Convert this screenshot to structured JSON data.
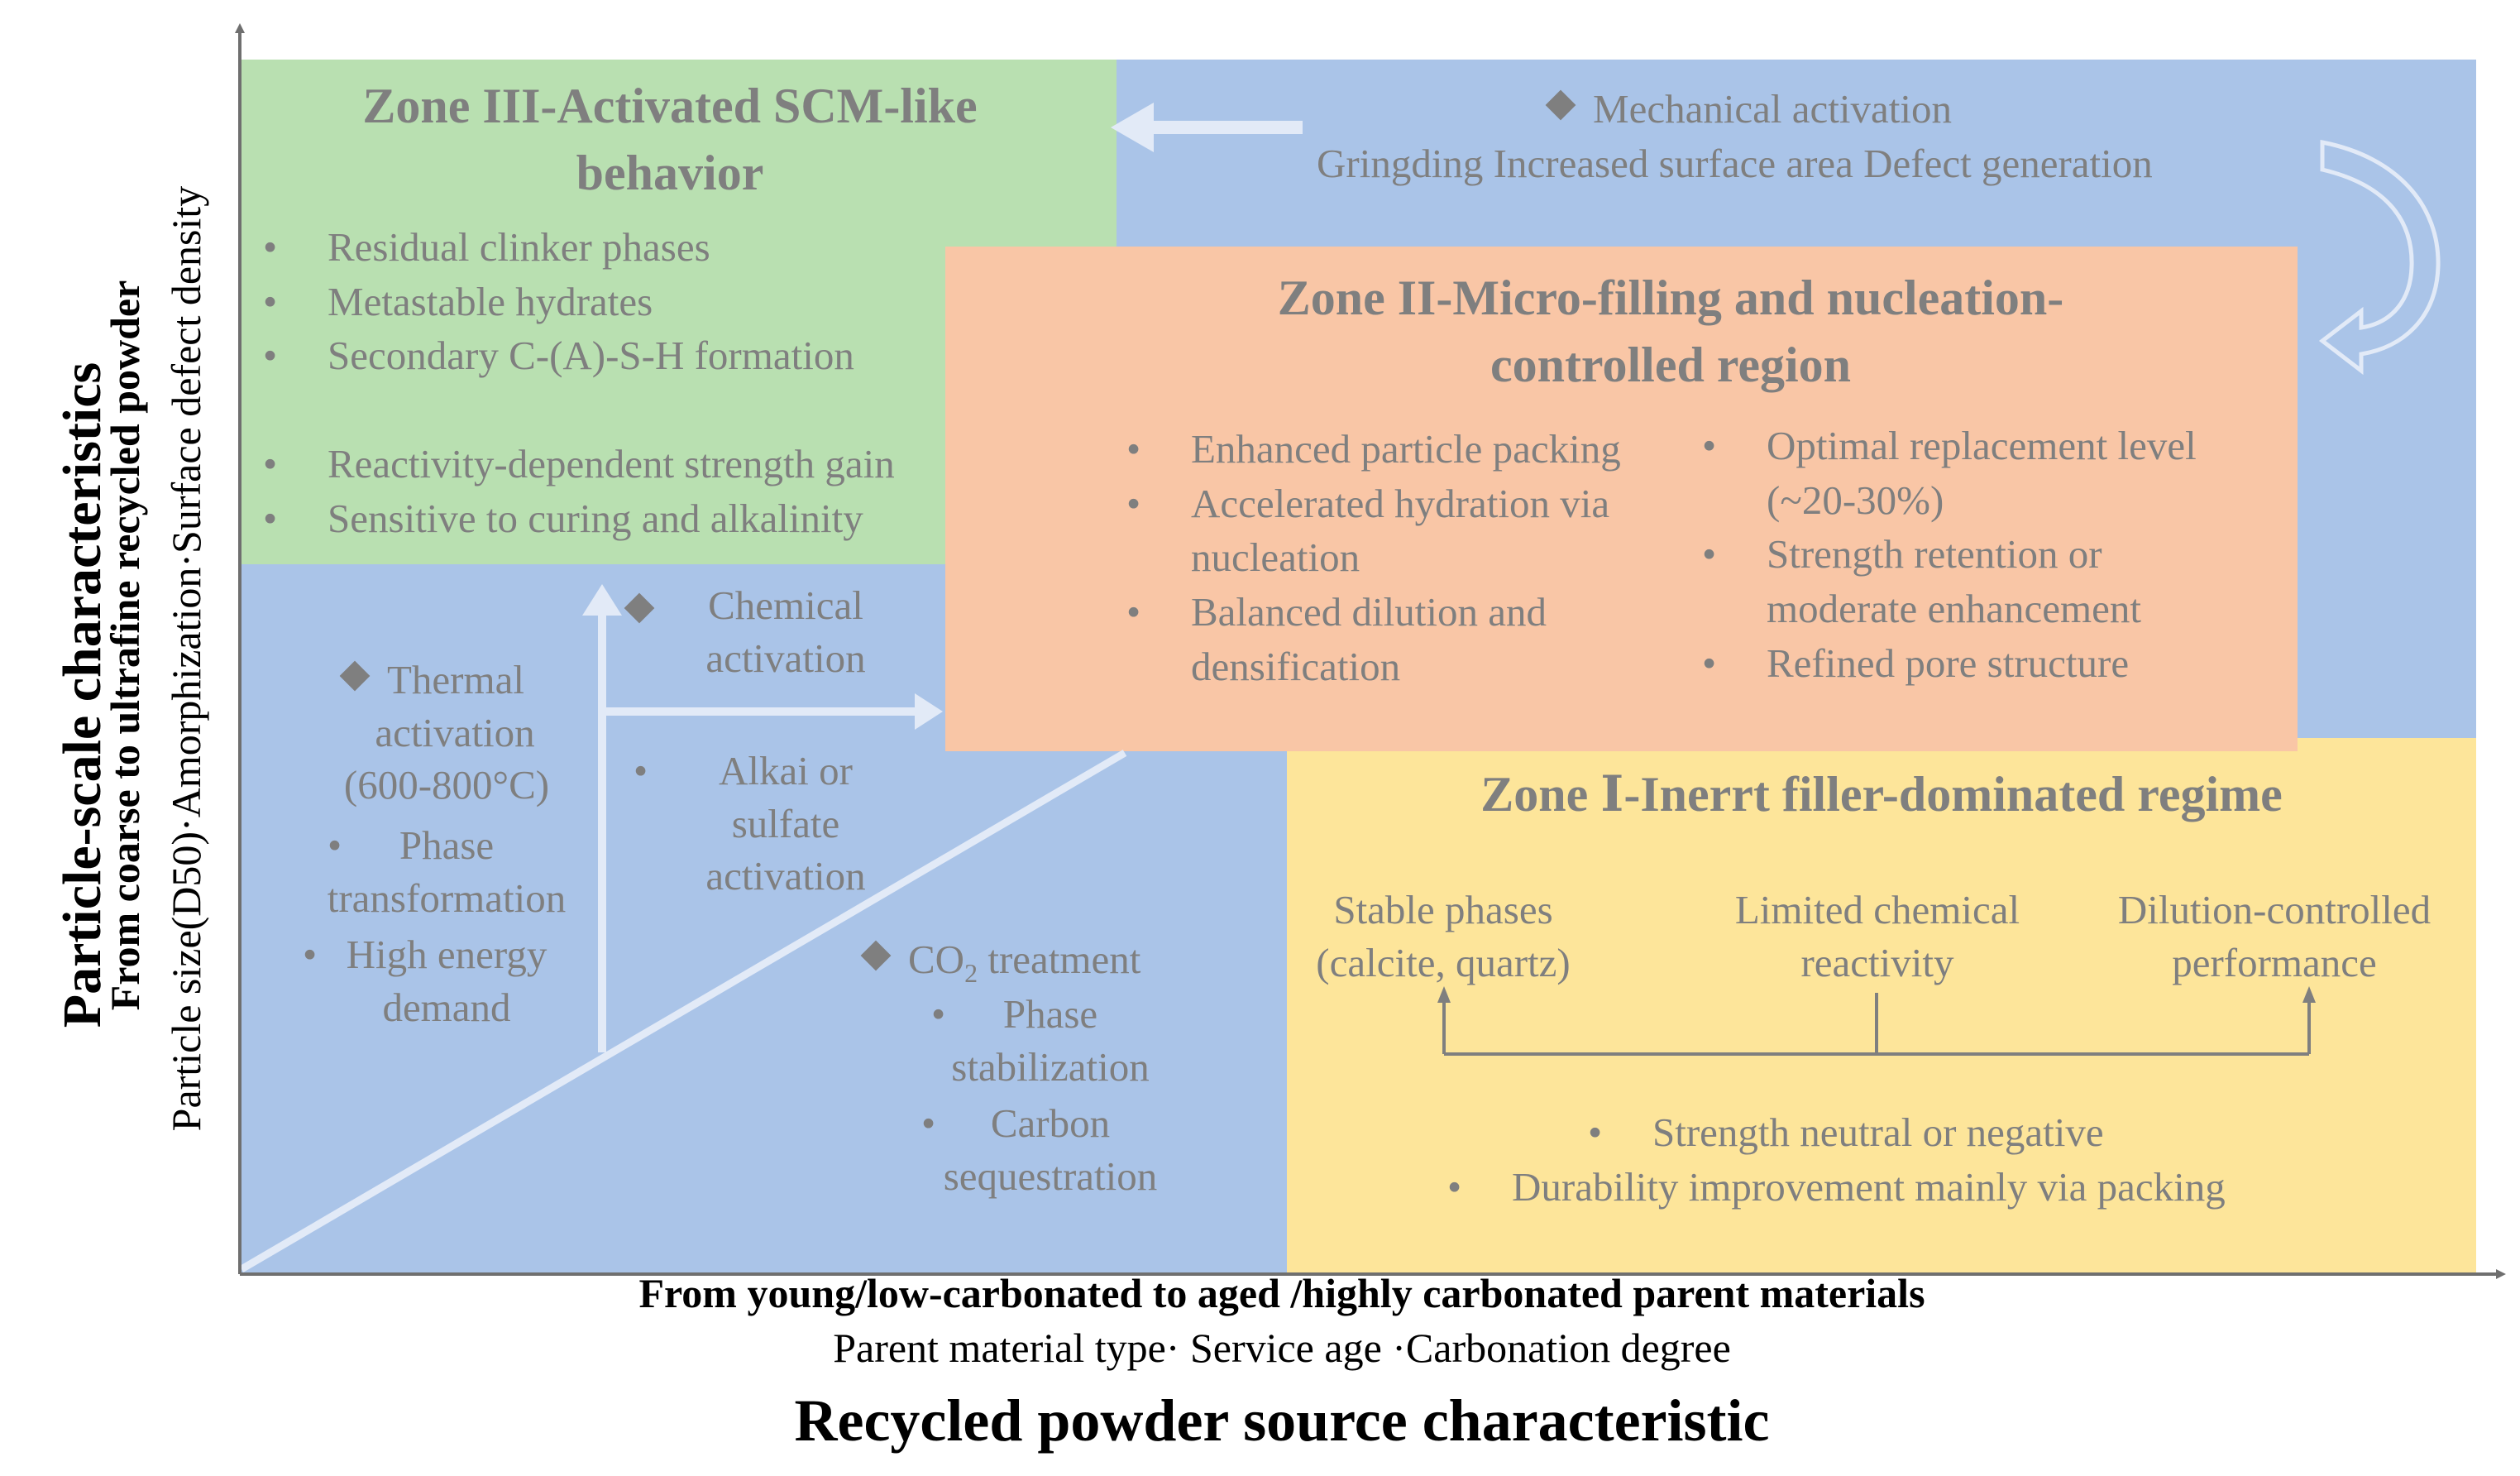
{
  "colors": {
    "zone1": "#fde59a",
    "zone2": "#f9c6a6",
    "zone3": "#b9e0b1",
    "background_region": "#aac4e8",
    "text_muted": "#7f7f7f",
    "arrow_light": "#e2eaf7",
    "axis": "#6f6f6f"
  },
  "y_axis": {
    "title": "Particle-scale characteristics",
    "subtitle": "From coarse to ultrafine recycled powder",
    "descriptors": "Particle size(D50)·Amorphization·Surface defect density"
  },
  "x_axis": {
    "subtitle": "From young/low-carbonated to aged /highly carbonated parent materials",
    "descriptors": "Parent material type· Service age ·Carbonation degree",
    "title": "Recycled powder source characteristic"
  },
  "zone3": {
    "title": "Zone III-Activated SCM-like behavior",
    "bullets": [
      "Residual clinker phases",
      "Metastable hydrates",
      "Secondary C-(A)-S-H formation"
    ],
    "bullets2": [
      "Reactivity-dependent strength gain",
      "Sensitive to curing and alkalinity"
    ]
  },
  "zone2": {
    "title": "Zone II-Micro-filling and nucleation-controlled region",
    "bullets_left": [
      "Enhanced particle packing",
      "Accelerated hydration via nucleation",
      "Balanced dilution and densification"
    ],
    "bullets_right": [
      "Optimal replacement level (~20-30%)",
      "Strength retention or moderate enhancement",
      "Refined pore structure"
    ]
  },
  "zone1": {
    "title": "Zone Ⅰ-Inerrt filler-dominated regime",
    "items": [
      "Stable phases (calcite, quartz)",
      "Limited chemical reactivity",
      "Dilution-controlled performance"
    ],
    "bullets": [
      "Strength neutral or negative",
      "Durability improvement mainly via packing"
    ]
  },
  "mechanical": {
    "label": "Mechanical activation",
    "details": "Gringding  Increased surface area Defect generation"
  },
  "thermal": {
    "label": "Thermal activation",
    "range": "(600-800°C)",
    "bullets": [
      "Phase transformation",
      "High energy demand"
    ]
  },
  "chemical": {
    "label": "Chemical activation",
    "bullets": [
      "Alkai or sulfate activation"
    ]
  },
  "co2": {
    "label_main": "CO",
    "label_sub": "2",
    "label_rest": " treatment",
    "bullets": [
      "Phase stabilization",
      "Carbon sequestration"
    ]
  }
}
